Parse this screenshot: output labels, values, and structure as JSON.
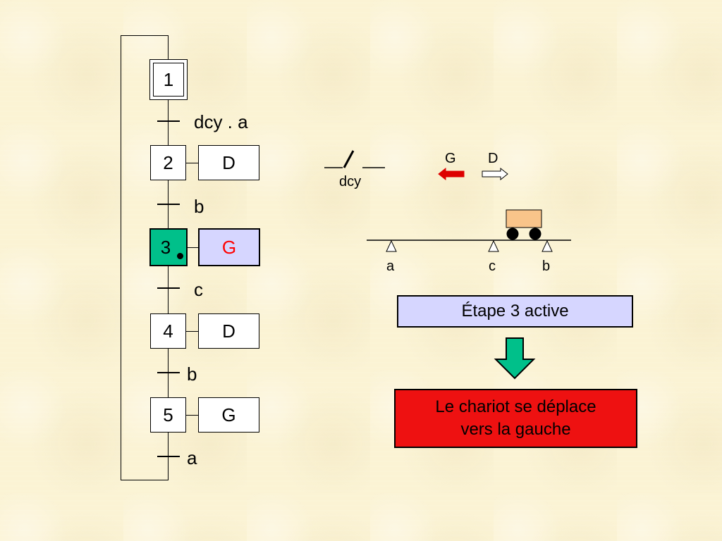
{
  "grafcet": {
    "steps": [
      {
        "number": "1",
        "action": ""
      },
      {
        "number": "2",
        "action": "D"
      },
      {
        "number": "3",
        "action": "G"
      },
      {
        "number": "4",
        "action": "D"
      },
      {
        "number": "5",
        "action": "G"
      }
    ],
    "transitions": [
      "dcy . a",
      "b",
      "c",
      "b",
      "a"
    ],
    "active_step": "3"
  },
  "system": {
    "switch_label": "dcy",
    "direction_left": "G",
    "direction_right": "D",
    "sensors": [
      "a",
      "c",
      "b"
    ]
  },
  "status": {
    "active_text": "Étape 3 active",
    "message_line1": "Le chariot se déplace",
    "message_line2": "vers la gauche"
  },
  "colors": {
    "active_step": "#00c08a",
    "active_action_bg": "#d6d6ff",
    "active_action_text": "#ff0000",
    "left_arrow": "#dd0000",
    "cart": "#f9c48a",
    "message_box": "#ee1111",
    "down_arrow": "#00c08a"
  }
}
